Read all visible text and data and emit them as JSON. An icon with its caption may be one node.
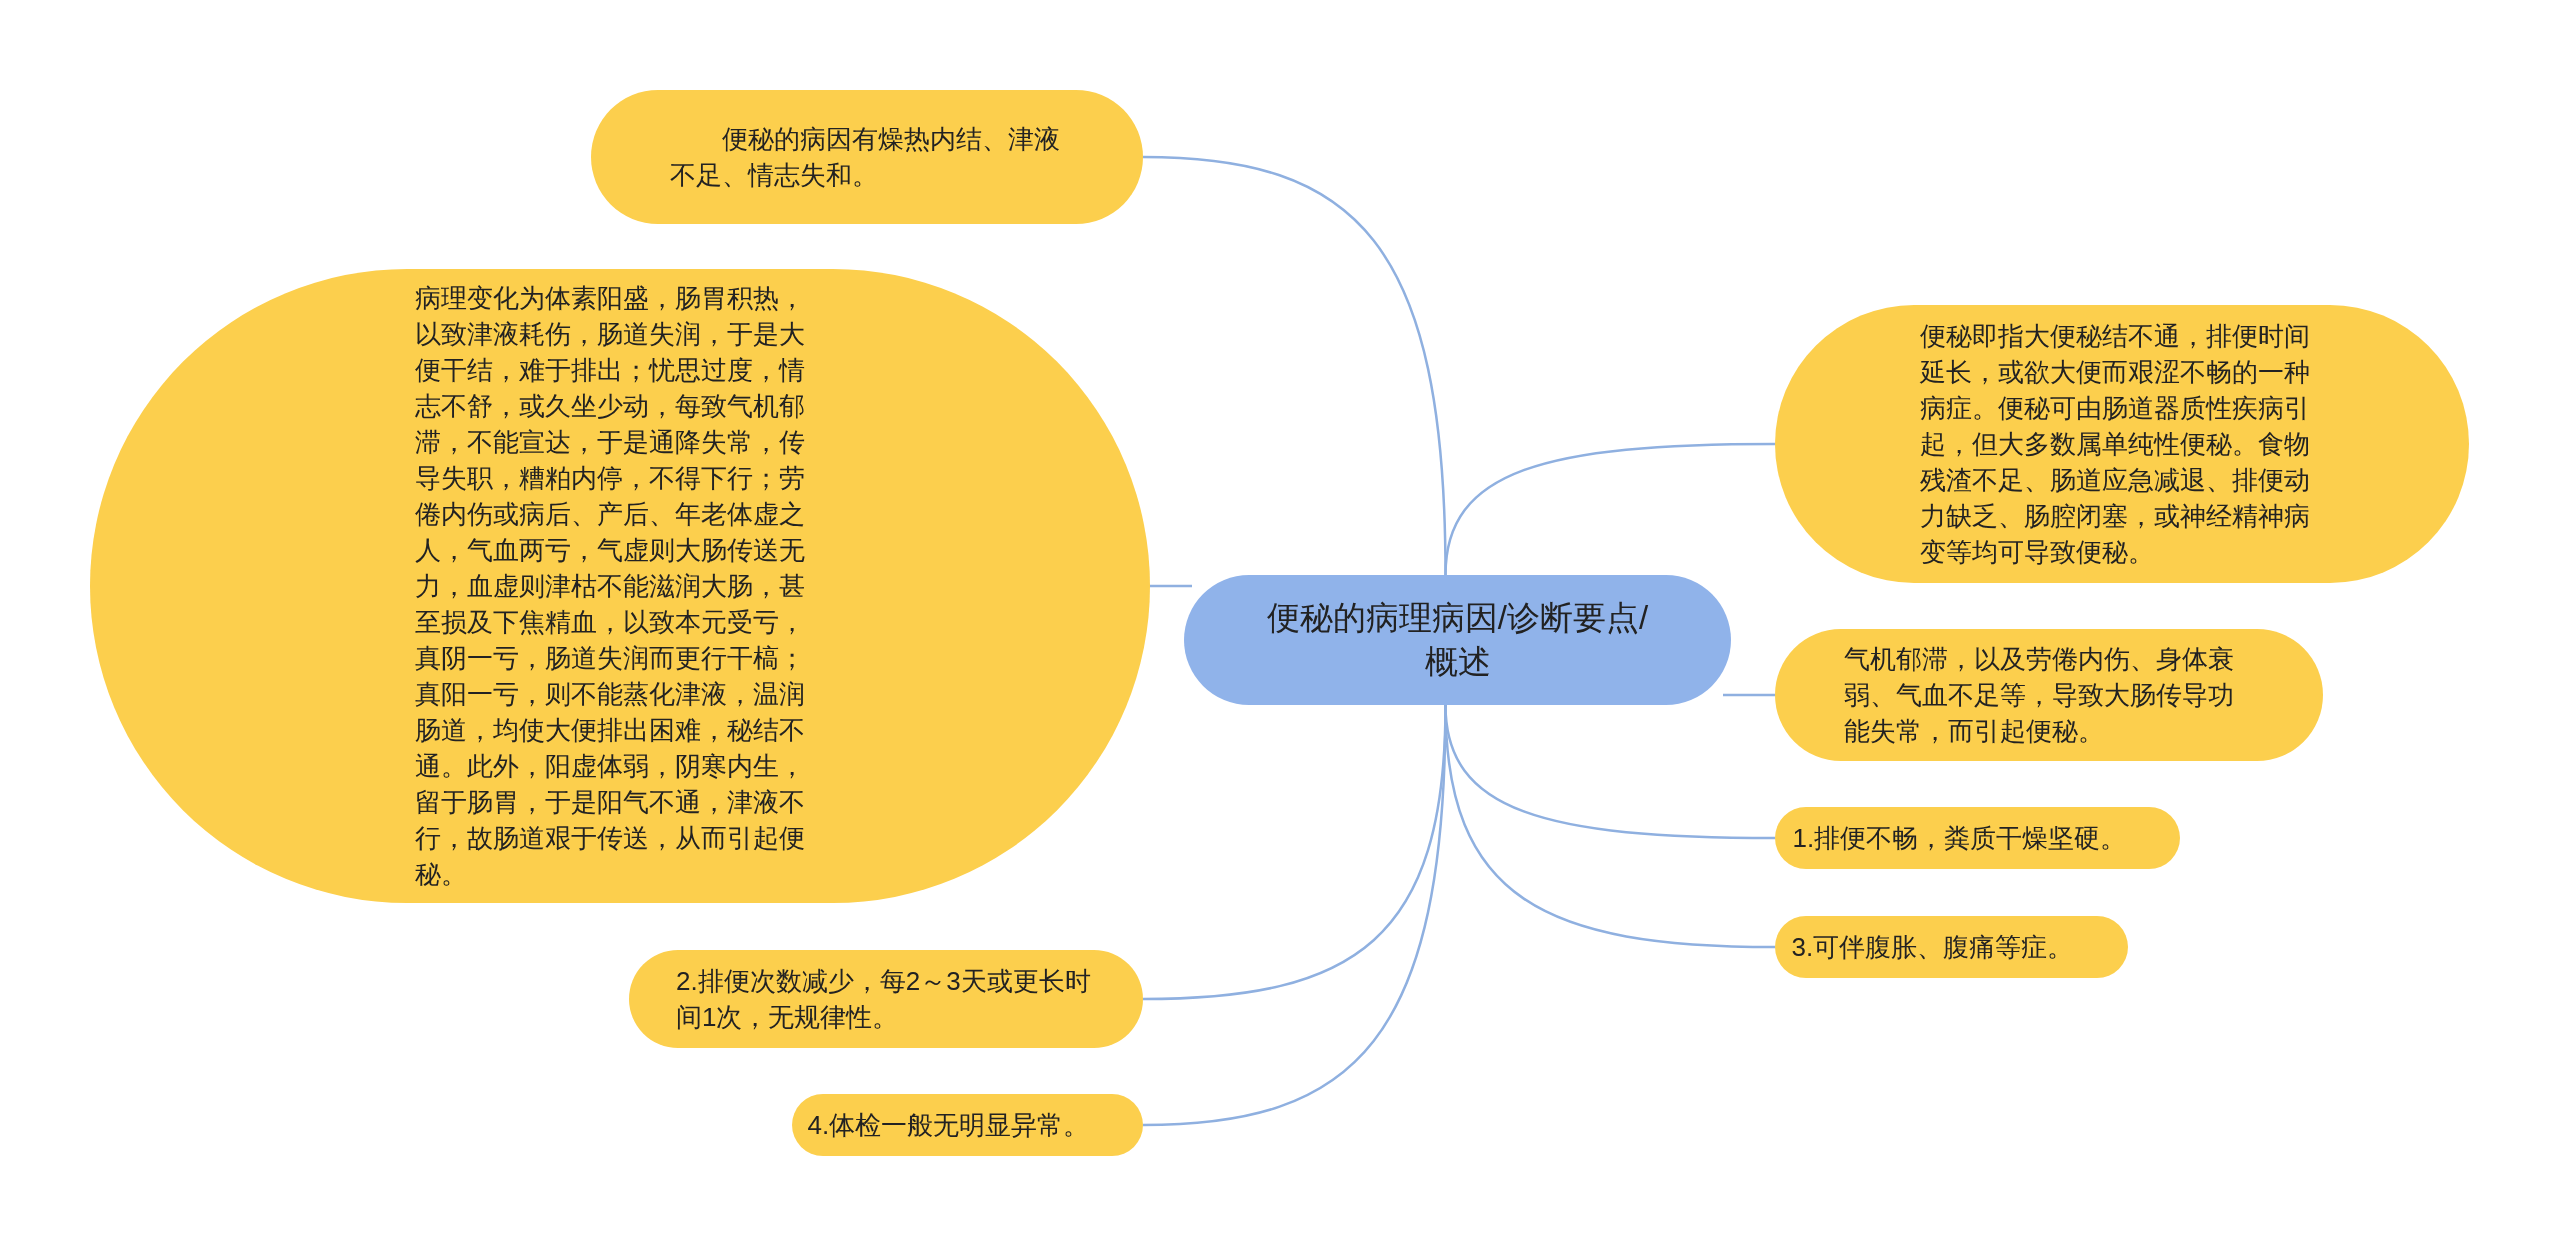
{
  "diagram": {
    "nodes": [
      {
        "text": [
          "便秘的病理病因/诊断要点/概述"
        ]
      },
      {
        "text": [
          "便秘的病因有燥热内结、津液不足、情志失和。"
        ]
      },
      {
        "text": [
          "病理变化为体素阳盛，肠胃积热，以致津液耗伤，肠道失润，于是大便干结，难于排出；忧思过度，情志不舒，或久坐少动，每致气机郁滞，不能宣达，于是通降失常，传导失职，糟粕内停，不得下行；劳倦内伤或病后、产后、年老体虚之人，气血两亏，气虚则大肠传送无力，血虚则津枯不能滋润大肠，甚至损及下焦精血，以致本元受亏，真阴一亏，肠道失润而更行干槁；真阳一亏，则不能蒸化津液，温润肠道，均使大便排出困难，秘结不通。此外，阳虚体弱，阴寒内生，留于肠胃，于是阳气不通，津液不行，故肠道艰于传送，从而引起便秘。"
        ]
      },
      {
        "text": [
          "便秘即指大便秘结不通，排便时间延长，或欲大便而艰涩不畅的一种病症。便秘可由肠道器质性疾病引起，但大多数属单纯性便秘。食物残渣不足、肠道应急减退、排便动力缺乏、肠腔闭塞，或神经精神病变等均可导致便秘。"
        ]
      },
      {
        "text": [
          "气机郁滞，以及劳倦内伤、身体衰弱、气血不足等，导致大肠传导功能失常，而引起便秘。"
        ]
      },
      {
        "text": [
          "1.排便不畅，粪质干燥坚硬。"
        ]
      },
      {
        "text": [
          "3.可伴腹胀、腹痛等症。"
        ]
      },
      {
        "text": [
          "2.排便次数减少，每2～3天或更长时间1次，无规律性。"
        ]
      },
      {
        "text": [
          "4.体检一般无明显异常。"
        ]
      }
    ],
    "edges": [
      {
        "from": 0,
        "to": 1,
        "arrow": "none"
      },
      {
        "from": 0,
        "to": 2,
        "arrow": "none"
      },
      {
        "from": 0,
        "to": 3,
        "arrow": "none"
      },
      {
        "from": 0,
        "to": 4,
        "arrow": "none"
      },
      {
        "from": 0,
        "to": 5,
        "arrow": "none"
      },
      {
        "from": 0,
        "to": 6,
        "arrow": "none"
      },
      {
        "from": 0,
        "to": 7,
        "arrow": "none"
      },
      {
        "from": 0,
        "to": 8,
        "arrow": "none"
      }
    ]
  }
}
